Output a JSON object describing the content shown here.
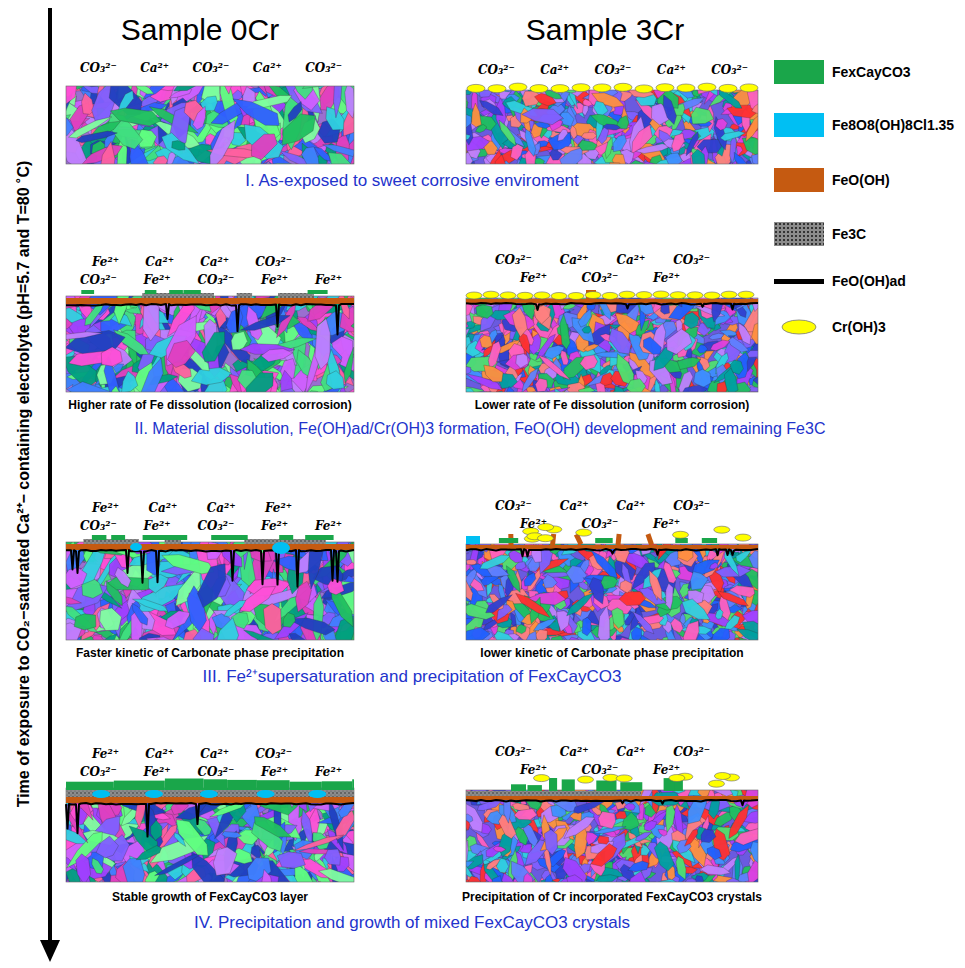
{
  "diagram": {
    "labels": [
      "Sample 0Cr",
      "Sample 3Cr",
      "Time of exposure to CO₂−saturated Ca²⁺− containing electrolyte (pH=5.7 and T=80 ˚C)",
      "CO₃²⁻ Ca²⁺ CO₃²⁻ Ca²⁺ CO₃²⁻",
      "CO₃²⁻ Ca²⁺ CO₃²⁻ Ca²⁺ CO₃²⁻",
      "I. As-exposed to sweet corrosive enviroment",
      "Fe²⁺ Ca²⁺ Ca²⁺ CO₃²⁻",
      "CO₃²⁻ Fe²⁺ CO₃²⁻ Fe²⁺ Fe²⁺",
      "CO₃²⁻ Ca²⁺ Ca²⁺ CO₃²⁻",
      "Fe²⁺ CO₃²⁻ Fe²⁺",
      "Higher rate of Fe dissolution (localized corrosion)",
      "Lower rate of Fe dissolution (uniform corrosion)",
      "II. Material dissolution, Fe(OH)ad/Cr(OH)3 formation, FeO(OH) development and remaining Fe3C",
      "Fe²⁺ Ca²⁺ Ca²⁺ Fe²⁺",
      "CO₃²⁻ Fe²⁺ CO₃²⁻ Fe²⁺ Fe²⁺",
      "CO₃²⁻ Ca²⁺ Ca²⁺ CO₃²⁻",
      "Fe²⁺ CO₃²⁻ Fe²⁺",
      "Faster kinetic of Carbonate phase precipitation",
      "lower kinetic of Carbonate phase precipitation",
      "III. Fe²⁺supersaturation and precipitation of FexCayCO3",
      "Fe²⁺ Ca²⁺ Ca²⁺ CO₃²⁻",
      "CO₃²⁻ Fe²⁺ CO₃²⁻ Fe²⁺ Fe²⁺",
      "CO₃²⁻ Ca²⁺ Ca²⁺ CO₃²⁻",
      "Fe²⁺ CO₃²⁻ Fe²⁺",
      "Stable growth of FexCayCO3 layer",
      "Precipitation of Cr incorporated FexCayCO3 crystals",
      "IV. Precipitation and growth of mixed FexCayCO3 crystals"
    ],
    "legend": [
      {
        "text": "FexCayCO3",
        "color": "#1aa64a"
      },
      {
        "text": "Fe8O8(OH)8Cl1.35",
        "color": "#00bff3"
      },
      {
        "text": "FeO(OH)",
        "color": "#c55a11"
      },
      {
        "text": "Fe3C",
        "color": "#8c8c8c"
      },
      {
        "text": "FeO(OH)ad"
      },
      {
        "text": "Cr(OH)3"
      }
    ]
  }
}
